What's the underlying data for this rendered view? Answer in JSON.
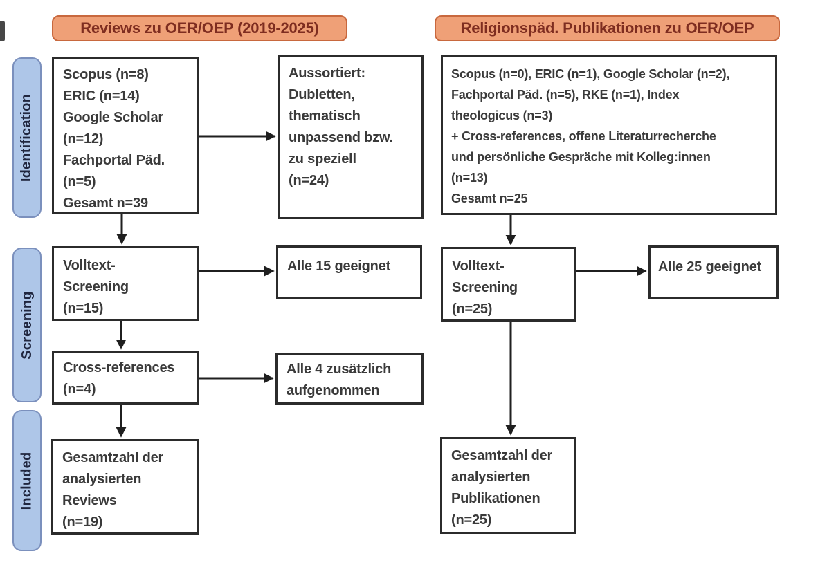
{
  "diagram": {
    "columns": [
      {
        "id": "reviews",
        "header": "Reviews zu OER/OEP (2019-2025)"
      },
      {
        "id": "religionspaed",
        "header": "Religionspäd. Publikationen zu OER/OEP"
      }
    ],
    "stages": [
      {
        "id": "identification",
        "label": "Identification"
      },
      {
        "id": "screening",
        "label": "Screening"
      },
      {
        "id": "included",
        "label": "Included"
      }
    ],
    "nodes": {
      "left_sources": {
        "text": "Scopus (n=8)\nERIC (n=14)\nGoogle Scholar\n(n=12)\nFachportal Päd.\n(n=5)\nGesamt n=39"
      },
      "left_excluded": {
        "text": "Aussortiert:\nDubletten,\nthematisch\nunpassend bzw.\nzu speziell\n(n=24)"
      },
      "left_fulltext": {
        "text": "Volltext-\nScreening\n(n=15)"
      },
      "left_fulltext_result": {
        "text": "Alle 15 geeignet"
      },
      "left_crossref": {
        "text": "Cross-references\n(n=4)"
      },
      "left_crossref_result": {
        "text": "Alle 4 zusätzlich\naufgenommen"
      },
      "left_included": {
        "text": "Gesamtzahl der\nanalysierten\nReviews\n(n=19)"
      },
      "right_sources": {
        "text": "Scopus (n=0), ERIC (n=1), Google Scholar (n=2),\nFachportal Päd. (n=5), RKE (n=1), Index\ntheologicus (n=3)\n+ Cross-references, offene Literaturrecherche\nund persönliche Gespräche mit Kolleg:innen\n(n=13)\nGesamt n=25"
      },
      "right_fulltext": {
        "text": "Volltext-\nScreening\n(n=25)"
      },
      "right_fulltext_result": {
        "text": "Alle 25 geeignet"
      },
      "right_included": {
        "text": "Gesamtzahl der\nanalysierten\nPublikationen\n(n=25)"
      }
    },
    "connections": [
      {
        "from": "left_sources",
        "to": "left_excluded"
      },
      {
        "from": "left_sources",
        "to": "left_fulltext"
      },
      {
        "from": "left_fulltext",
        "to": "left_fulltext_result"
      },
      {
        "from": "left_fulltext",
        "to": "left_crossref"
      },
      {
        "from": "left_crossref",
        "to": "left_crossref_result"
      },
      {
        "from": "left_crossref",
        "to": "left_included"
      },
      {
        "from": "right_sources",
        "to": "right_fulltext"
      },
      {
        "from": "right_fulltext",
        "to": "right_fulltext_result"
      },
      {
        "from": "right_fulltext",
        "to": "right_included"
      }
    ],
    "colors": {
      "header_fill": "#efa077",
      "header_border": "#c8683e",
      "header_text": "#7e2d20",
      "stage_fill": "#aec6e8",
      "stage_border": "#7b90bd",
      "stage_text": "#20263f",
      "node_border": "#2b2b2b",
      "node_text": "#3a3a3a",
      "arrow": "#1f1f1f",
      "background": "#ffffff"
    }
  }
}
